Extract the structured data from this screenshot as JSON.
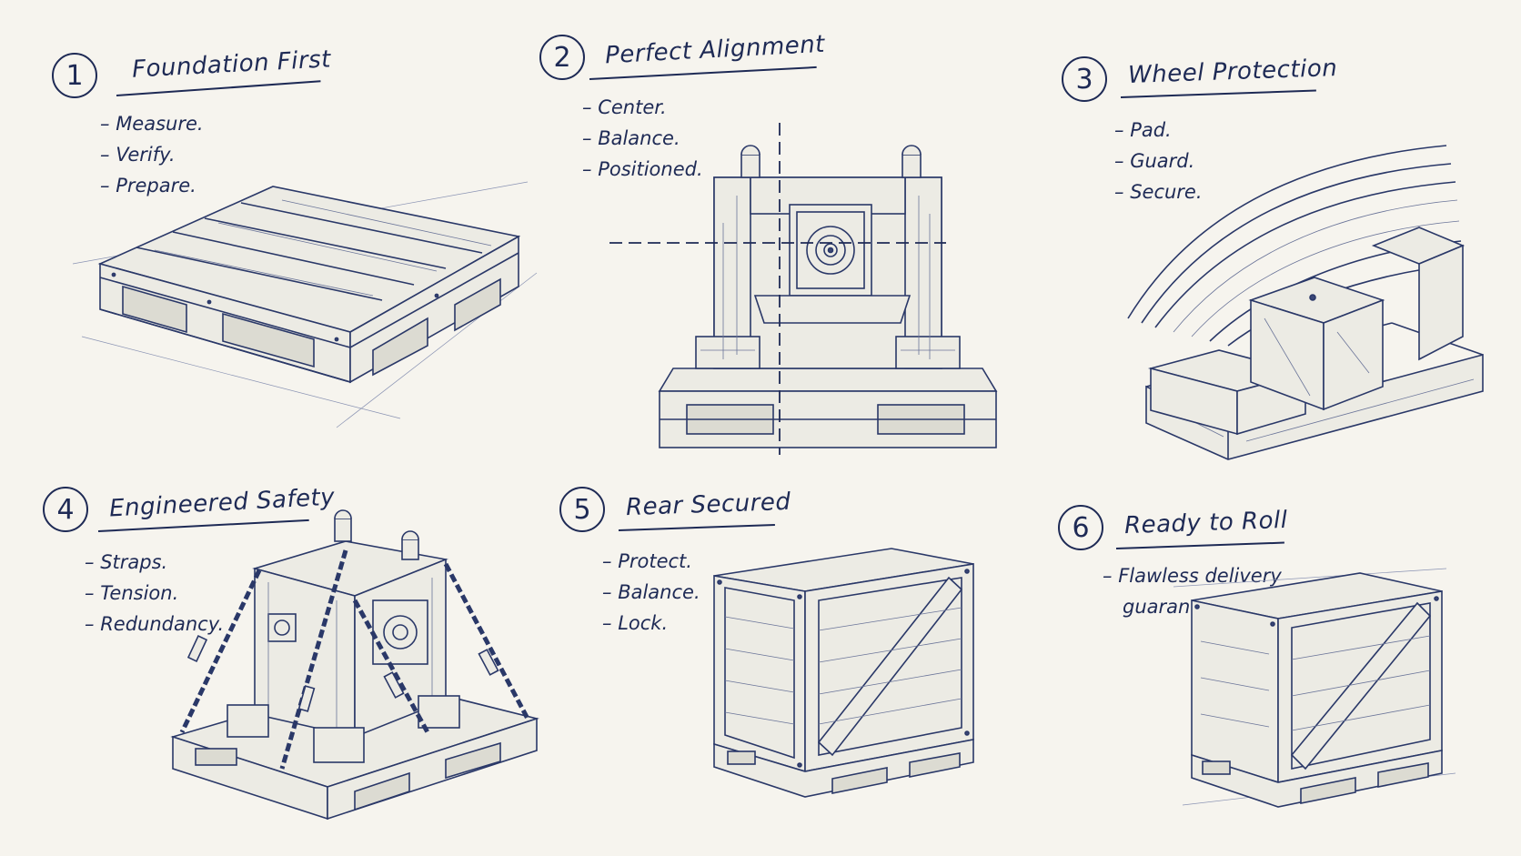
{
  "steps": [
    {
      "number": "1",
      "title": "Foundation First",
      "items": [
        "Measure.",
        "Verify.",
        "Prepare."
      ]
    },
    {
      "number": "2",
      "title": "Perfect Alignment",
      "items": [
        "Center.",
        "Balance.",
        "Positioned."
      ]
    },
    {
      "number": "3",
      "title": "Wheel Protection",
      "items": [
        "Pad.",
        "Guard.",
        "Secure."
      ]
    },
    {
      "number": "4",
      "title": "Engineered Safety",
      "items": [
        "Straps.",
        "Tension.",
        "Redundancy."
      ]
    },
    {
      "number": "5",
      "title": "Rear Secured",
      "items": [
        "Protect.",
        "Balance.",
        "Lock."
      ]
    },
    {
      "number": "6",
      "title": "Ready to Roll",
      "items": [
        "Flawless delivery",
        "guaranteed."
      ]
    }
  ],
  "colors": {
    "ink": "#1e2a55",
    "paper": "#f6f4ee"
  },
  "illustrations": [
    "pallet-sketch",
    "centered-machine-sketch",
    "wheel-chock-sketch",
    "strapped-machine-sketch",
    "crate-sketch",
    "crate-on-pallet-sketch"
  ]
}
